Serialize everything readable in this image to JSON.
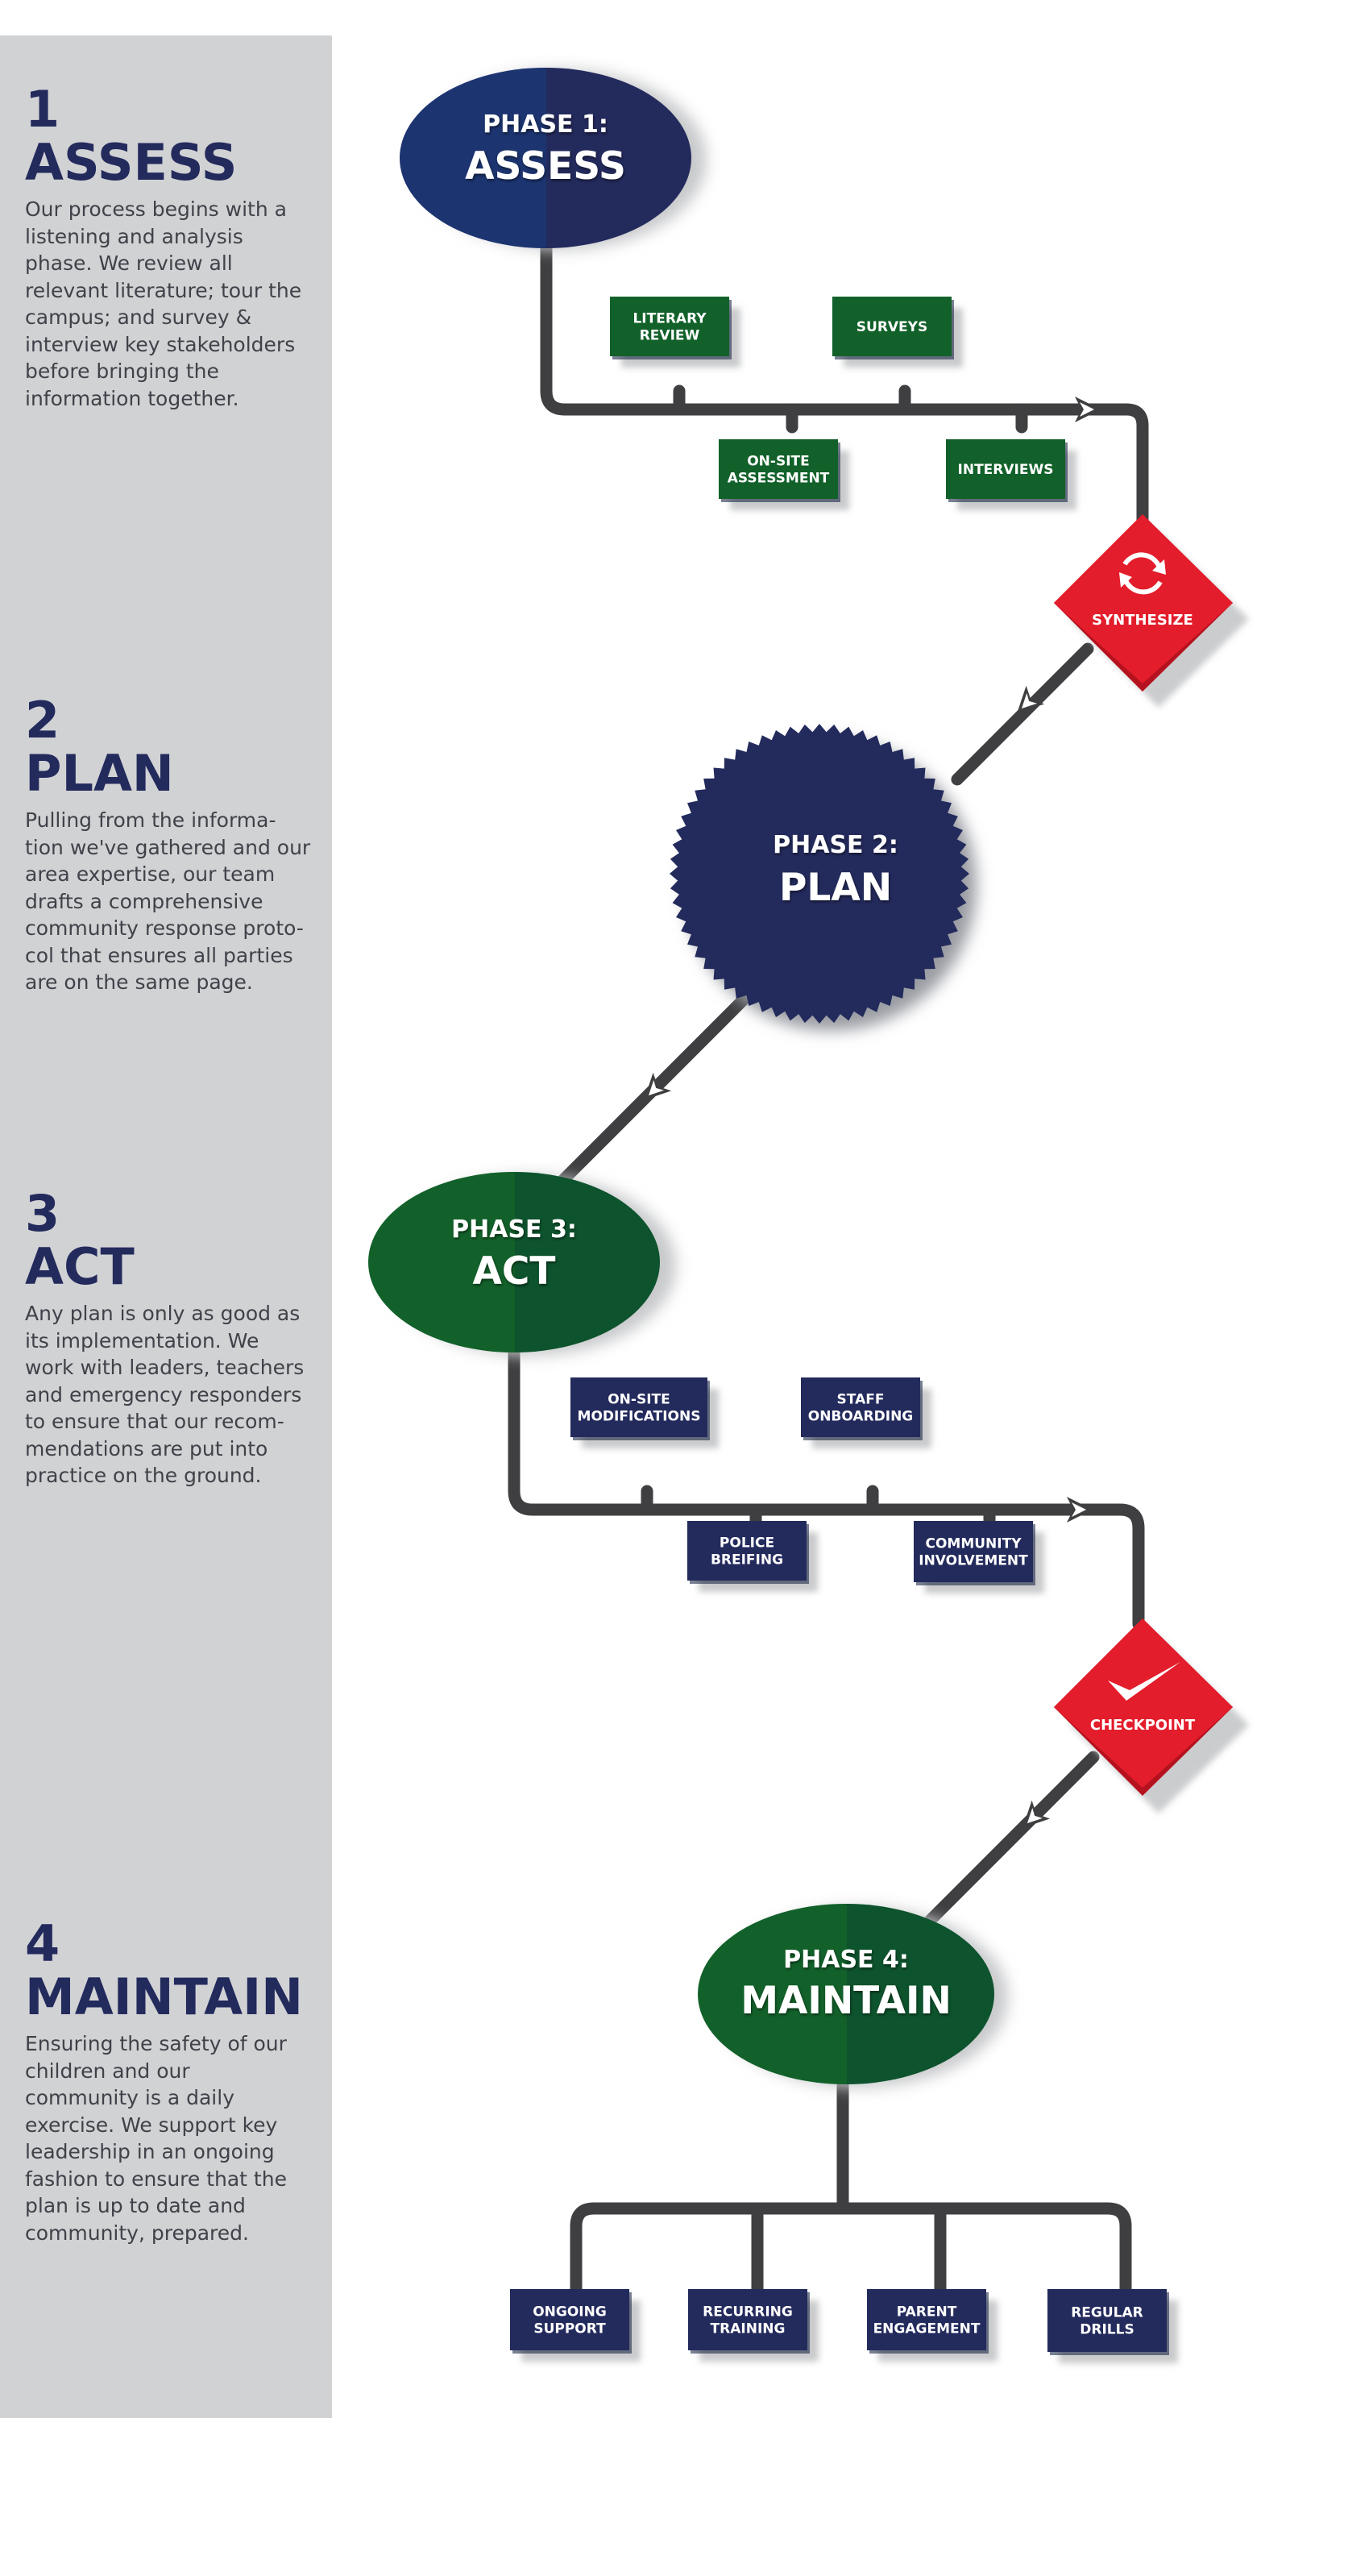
{
  "sidebar": {
    "steps": [
      {
        "num": "1",
        "title": "ASSESS",
        "desc": "Our process begins with a\nlistening and analysis\nphase. We review all\nrelevant literature; tour the\ncampus; and survey &\ninterview key stakeholders\nbefore bringing the\ninformation together."
      },
      {
        "num": "2",
        "title": "PLAN",
        "desc": "Pulling from the informa-\ntion we've gathered and our\narea expertise, our team\ndrafts a comprehensive\ncommunity response proto-\ncol that ensures all parties\nare on the same page."
      },
      {
        "num": "3",
        "title": "ACT",
        "desc": "Any plan is only as good as\nits implementation. We\nwork with leaders, teachers\nand emergency responders\nto ensure that our recom-\nmendations are put into\npractice on the ground."
      },
      {
        "num": "4",
        "title": "MAINTAIN",
        "desc": "Ensuring the safety of our\nchildren and our\ncommunity is a daily\nexercise. We support key\nleadership in an ongoing\nfashion to ensure that the\nplan is up to date and\ncommunity, prepared."
      }
    ]
  },
  "phases": [
    {
      "label": "PHASE 1:",
      "title": "ASSESS"
    },
    {
      "label": "PHASE 2:",
      "title": "PLAN"
    },
    {
      "label": "PHASE 3:",
      "title": "ACT"
    },
    {
      "label": "PHASE 4:",
      "title": "MAINTAIN"
    }
  ],
  "assess_tasks": [
    [
      "LITERARY",
      "REVIEW"
    ],
    [
      "SURVEYS"
    ],
    [
      "ON-SITE",
      "ASSESSMENT"
    ],
    [
      "INTERVIEWS"
    ]
  ],
  "act_tasks": [
    [
      "ON-SITE",
      "MODIFICATIONS"
    ],
    [
      "STAFF",
      "ONBOARDING"
    ],
    [
      "POLICE",
      "BREIFING"
    ],
    [
      "COMMUNITY",
      "INVOLVEMENT"
    ]
  ],
  "maintain_tasks": [
    [
      "ONGOING",
      "SUPPORT"
    ],
    [
      "RECURRING",
      "TRAINING"
    ],
    [
      "PARENT",
      "ENGAGEMENT"
    ],
    [
      "REGULAR",
      "DRILLS"
    ]
  ],
  "checkpoints": [
    {
      "label": "SYNTHESIZE",
      "icon": "refresh-icon"
    },
    {
      "label": "CHECKPOINT",
      "icon": "checkmark-icon"
    }
  ],
  "colors": {
    "navy": "#232a5c",
    "blue": "#1c3470",
    "green": "#12612a",
    "green_dark": "#0d532d",
    "red": "#e31d2b",
    "connector": "#3f3f41",
    "sidebar": "#d1d2d4"
  }
}
